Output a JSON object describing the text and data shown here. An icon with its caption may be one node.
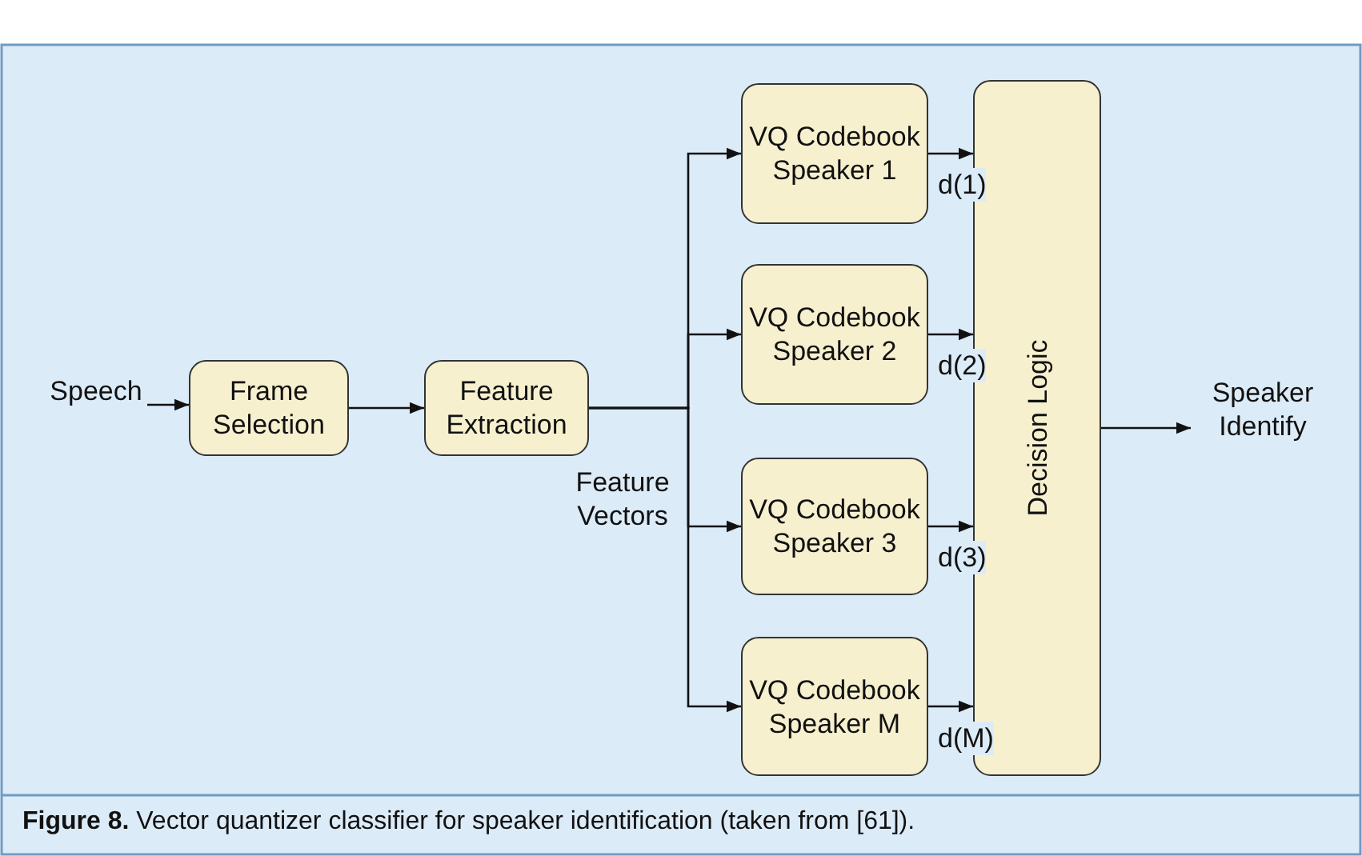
{
  "diagram": {
    "caption": "**Figure 8.** Vector quantizer classifier for speaker identification (taken from [61]).",
    "nodes": [
      {
        "text": [
          "Speech"
        ]
      },
      {
        "text": [
          "Frame Selection"
        ]
      },
      {
        "text": [
          "Feature Extraction"
        ]
      },
      {
        "text": [
          "VQ Codebook Speaker 1"
        ]
      },
      {
        "text": [
          "VQ Codebook Speaker 2"
        ]
      },
      {
        "text": [
          "VQ Codebook Speaker 3"
        ]
      },
      {
        "text": [
          "VQ Codebook Speaker M"
        ]
      },
      {
        "text": [
          "Decision Logic"
        ]
      },
      {
        "text": [
          "Speaker Identify"
        ]
      }
    ],
    "edges": [
      {
        "from": 0,
        "to": 1,
        "arrow": "to"
      },
      {
        "from": 1,
        "to": 2,
        "arrow": "to"
      },
      {
        "from": 2,
        "to": 3,
        "arrow": "to"
      },
      {
        "from": 2,
        "to": 4,
        "arrow": "to"
      },
      {
        "from": 2,
        "to": 5,
        "arrow": "to"
      },
      {
        "from": 2,
        "to": 6,
        "arrow": "to"
      },
      {
        "from": 3,
        "to": 7,
        "arrow": "to",
        "label": "d(1)"
      },
      {
        "from": 4,
        "to": 7,
        "arrow": "to",
        "label": "d(2)"
      },
      {
        "from": 5,
        "to": 7,
        "arrow": "to",
        "label": "d(3)"
      },
      {
        "from": 6,
        "to": 7,
        "arrow": "to",
        "label": "d(M)"
      },
      {
        "from": 7,
        "to": 8,
        "arrow": "to"
      }
    ],
    "labels": [
      "Feature Vectors"
    ]
  }
}
